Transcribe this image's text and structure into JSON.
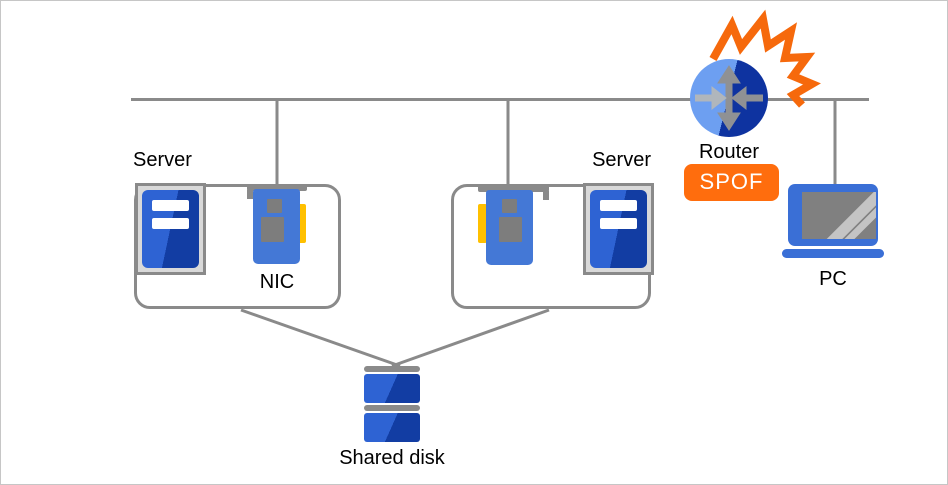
{
  "diagram": {
    "labels": {
      "server_left": "Server",
      "server_right": "Server",
      "nic": "NIC",
      "router": "Router",
      "spof_badge": "SPOF",
      "pc": "PC",
      "shared_disk": "Shared disk"
    },
    "colors": {
      "line_gray": "#8a8a8a",
      "server_box_bg": "#d9d9d9",
      "icon_blue_light": "#2e63d3",
      "icon_blue_dark": "#123da3",
      "nic_blue": "#4478d6",
      "connector_yellow": "#ffc000",
      "router_blue_light": "#6d9ff1",
      "router_blue_dark": "#0e33a0",
      "arrow_gray": "#8f9194",
      "arrow_silver": "#b0b6bc",
      "explosion_orange": "#f6690c",
      "spof_bg": "#ff6d0d",
      "laptop_blue": "#3a6fd6",
      "screen_gray": "#808080"
    }
  }
}
